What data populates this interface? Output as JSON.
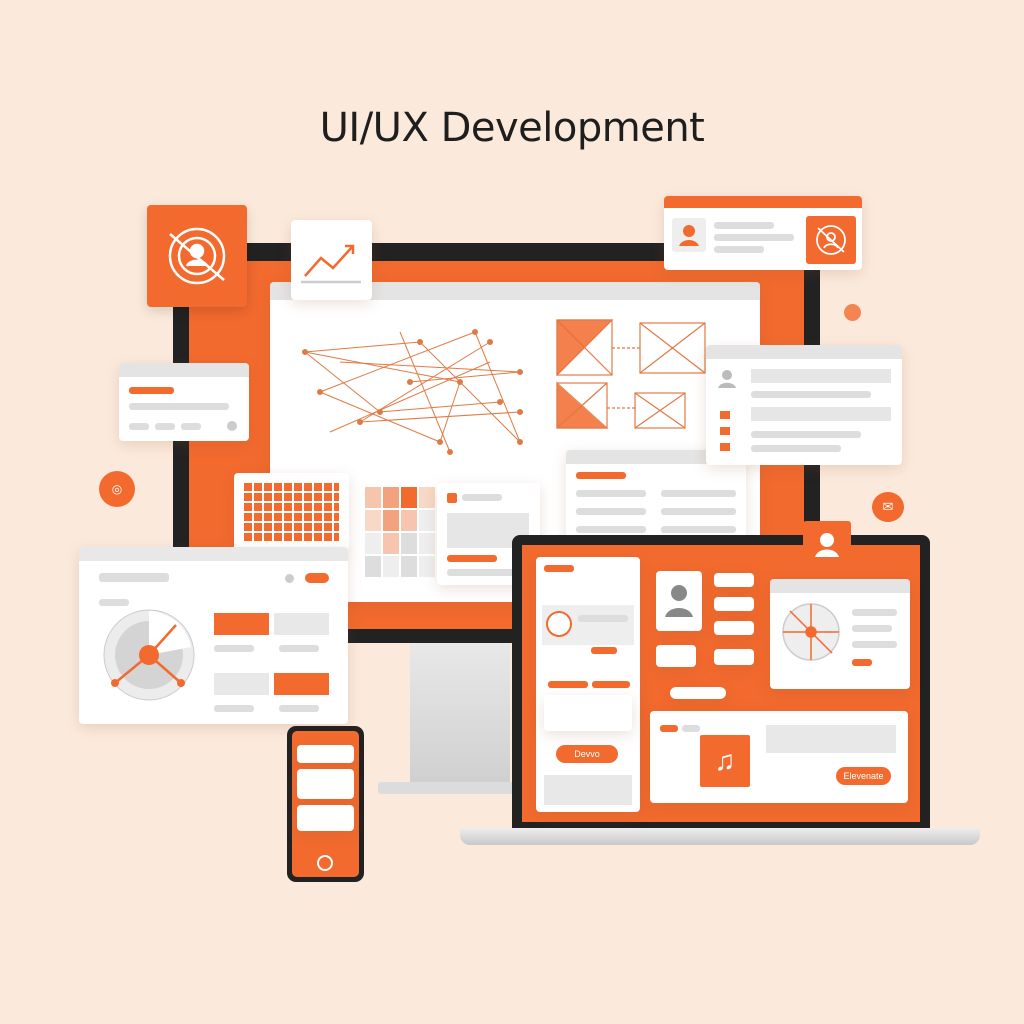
{
  "title": "UI/UX Development",
  "colors": {
    "accent": "#f26a2e",
    "background": "#fbeadc",
    "bezel": "#222222"
  },
  "laptop": {
    "left_panel_button": "Devvo",
    "media_card_button": "Elevenate",
    "media_icon": "headphones-icon"
  }
}
